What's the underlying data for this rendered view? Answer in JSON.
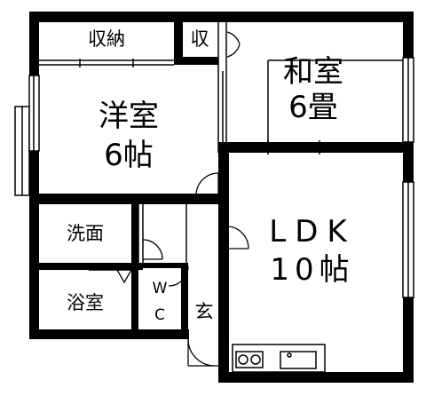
{
  "rooms": {
    "closet_large": "収納",
    "closet_small": "収",
    "japanese_room_line1": "和室",
    "japanese_room_line2": "6畳",
    "western_room_line1": "洋室",
    "western_room_line2": "6帖",
    "washroom": "洗面",
    "bathroom": "浴室",
    "toilet_line1": "W",
    "toilet_line2": "C",
    "entrance": "玄",
    "ldk_line1": "LDK",
    "ldk_line2": "10帖"
  }
}
